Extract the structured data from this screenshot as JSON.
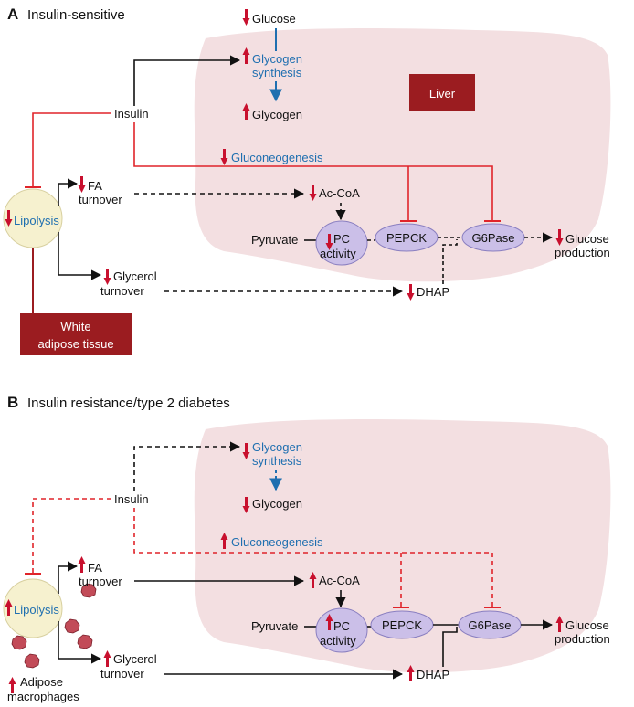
{
  "panelA": {
    "letter": "A",
    "title": "Insulin-sensitive",
    "liver_label": "Liver",
    "adipose_label_1": "White",
    "adipose_label_2": "adipose tissue",
    "labels": {
      "glucose": "Glucose",
      "glycogen_synthesis_1": "Glycogen",
      "glycogen_synthesis_2": "synthesis",
      "glycogen": "Glycogen",
      "insulin": "Insulin",
      "gluconeogenesis": "Gluconeogenesis",
      "fa_1": "FA",
      "fa_2": "turnover",
      "acoa": "Ac-CoA",
      "lipolysis": "Lipolysis",
      "pyruvate": "Pyruvate",
      "pc_1": "PC",
      "pc_2": "activity",
      "pepck": "PEPCK",
      "g6pase": "G6Pase",
      "glucose_prod_1": "Glucose",
      "glucose_prod_2": "production",
      "glycerol_1": "Glycerol",
      "glycerol_2": "turnover",
      "dhap": "DHAP"
    }
  },
  "panelB": {
    "letter": "B",
    "title": "Insulin resistance/type 2 diabetes",
    "labels": {
      "glycogen_synthesis_1": "Glycogen",
      "glycogen_synthesis_2": "synthesis",
      "glycogen": "Glycogen",
      "insulin": "Insulin",
      "gluconeogenesis": "Gluconeogenesis",
      "fa_1": "FA",
      "fa_2": "turnover",
      "acoa": "Ac-CoA",
      "lipolysis": "Lipolysis",
      "pyruvate": "Pyruvate",
      "pc_1": "PC",
      "pc_2": "activity",
      "pepck": "PEPCK",
      "g6pase": "G6Pase",
      "glucose_prod_1": "Glucose",
      "glucose_prod_2": "production",
      "glycerol_1": "Glycerol",
      "glycerol_2": "turnover",
      "dhap": "DHAP",
      "macrophages_1": "Adipose",
      "macrophages_2": "macrophages"
    }
  },
  "colors": {
    "liver_fill": "#f3dfe1",
    "liver_box": "#9b1c20",
    "adipose_box": "#9b1c20",
    "lipolysis_fill": "#f6f1cf",
    "enzyme_fill": "#cbbfe8",
    "red_line": "#e0242a",
    "blue_line": "#1f6fb0",
    "arrow_red": "#c8102e",
    "macrophage": "#c24b58"
  }
}
